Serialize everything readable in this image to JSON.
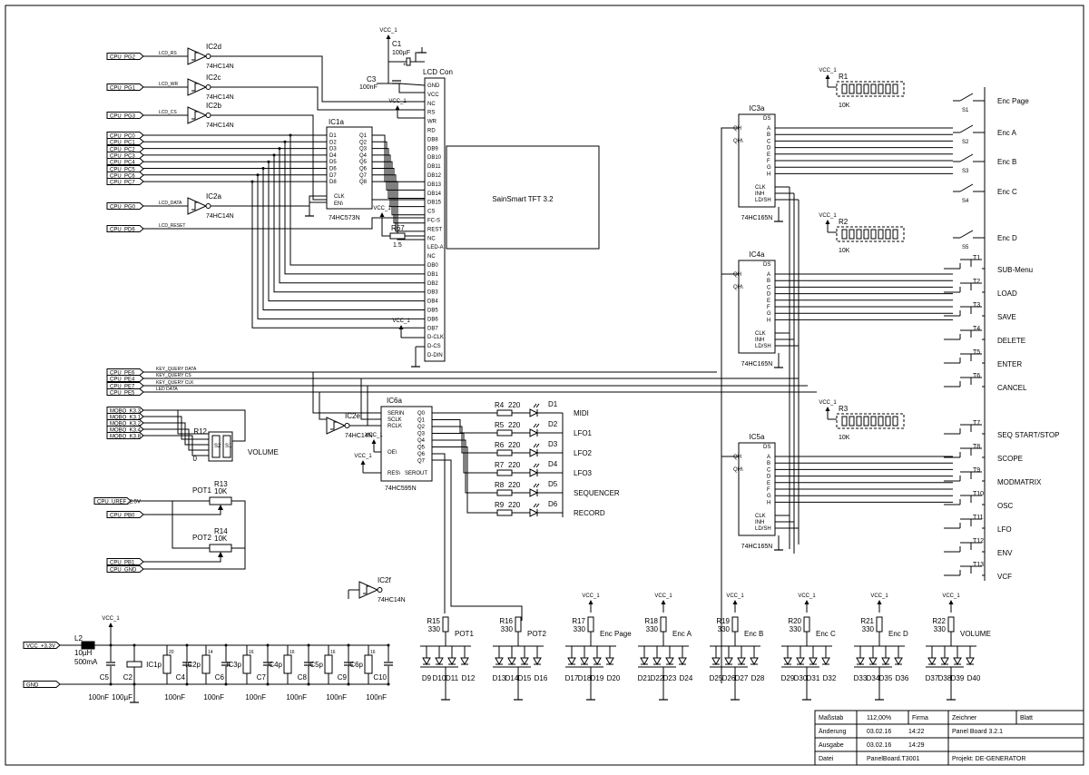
{
  "title_block": {
    "massstab_label": "Maßstab",
    "massstab_value": "112,00%",
    "firma_label": "Firma",
    "zeichner_label": "Zeichner",
    "blatt_label": "Blatt",
    "aenderung_label": "Änderung",
    "aenderung_date": "03.02.16",
    "aenderung_time": "14:22",
    "ausgabe_label": "Ausgabe",
    "ausgabe_date": "03.02.16",
    "ausgabe_time": "14:29",
    "datei_label": "Datei",
    "datei_value": "PanelBoard.T3001",
    "board_name": "Panel Board 3.2.1",
    "projekt": "Projekt: DE-GENERATOR"
  },
  "ports_left": [
    "CPU_PG2",
    "CPU_PG1",
    "CPU_PG3",
    "CPU_PC0",
    "CPU_PC1",
    "CPU_PC2",
    "CPU_PC3",
    "CPU_PC4",
    "CPU_PC5",
    "CPU_PC6",
    "CPU_PC7",
    "CPU_PG0",
    "CPU_PD6",
    "CPU_PE6",
    "CPU_PE4",
    "CPU_PE7",
    "CPU_PE5",
    "MOBO_K3.3",
    "MOBO_K3.1",
    "MOBO_K3.2",
    "MOBO_K3.4",
    "MOBO_K3.8",
    "CPU_UREF_2.5V",
    "CPU_PB0",
    "CPU_PB1",
    "CPU_GND",
    "VCC_+3.3V",
    "GND"
  ],
  "net_labels": [
    "LCD_RS",
    "LCD_WR",
    "LCD_CS",
    "LCD_DATA",
    "LCD_RESET",
    "KEY_QUERY DATA",
    "KEY_QUERY CS",
    "KEY_QUERY CLK",
    "LED DATA"
  ],
  "inverters": [
    {
      "name": "IC2d",
      "part": "74HC14N"
    },
    {
      "name": "IC2c",
      "part": "74HC14N"
    },
    {
      "name": "IC2b",
      "part": "74HC14N"
    },
    {
      "name": "IC2a",
      "part": "74HC14N"
    },
    {
      "name": "IC2e",
      "part": "74HC14N"
    },
    {
      "name": "IC2f",
      "part": "74HC14N"
    }
  ],
  "ic1a": {
    "name": "IC1a",
    "part": "74HC573N",
    "left_pins": [
      "D1",
      "D2",
      "D3",
      "D4",
      "D5",
      "D6",
      "D7",
      "D8"
    ],
    "right_pins": [
      "Q1",
      "Q2",
      "Q3",
      "Q4",
      "Q5",
      "Q6",
      "Q7",
      "Q8"
    ],
    "clk": "CLK",
    "en": "EN\\"
  },
  "lcd": {
    "name": "LCD Con",
    "pins": [
      "GND",
      "VCC",
      "NC",
      "RS",
      "WR",
      "RD",
      "DB8",
      "DB9",
      "DB10",
      "DB11",
      "DB12",
      "DB13",
      "DB14",
      "DB15",
      "CS",
      "FC-S",
      "REST",
      "NC",
      "LED-A",
      "NC",
      "DB0",
      "DB1",
      "DB2",
      "DB3",
      "DB4",
      "DB5",
      "DB6",
      "DB7",
      "D-CLK",
      "D-CS",
      "D-DIN"
    ],
    "module": "SainSmart TFT 3.2"
  },
  "caps_top": {
    "c1": "C1",
    "c1_val": "100µF",
    "c3": "C3",
    "c3_val": "100nF",
    "plus": "+"
  },
  "vcc_label": "VCC_1",
  "r67": {
    "name": "R67",
    "value": "1.5"
  },
  "shift_in": [
    {
      "name": "IC3a",
      "part": "74HC165N"
    },
    {
      "name": "IC4a",
      "part": "74HC165N"
    },
    {
      "name": "IC5a",
      "part": "74HC165N"
    }
  ],
  "shift_in_pins": {
    "ds": "DS",
    "inputs": [
      "A",
      "B",
      "C",
      "D",
      "E",
      "F",
      "G",
      "H"
    ],
    "qh": "QH",
    "qhn": "QH\\",
    "clk": "CLK",
    "inh": "INH",
    "ld": "LD/SH"
  },
  "resnets": [
    {
      "name": "R1",
      "value": "10K"
    },
    {
      "name": "R2",
      "value": "10K"
    },
    {
      "name": "R3",
      "value": "10K"
    }
  ],
  "switches_enc": [
    {
      "ref": "S1",
      "label": "Enc Page"
    },
    {
      "ref": "S2",
      "label": "Enc A"
    },
    {
      "ref": "S3",
      "label": "Enc B"
    },
    {
      "ref": "S4",
      "label": "Enc C"
    },
    {
      "ref": "S5",
      "label": "Enc D"
    }
  ],
  "buttons_mid": [
    {
      "ref": "T1",
      "label": "SUB-Menu"
    },
    {
      "ref": "T2",
      "label": "LOAD"
    },
    {
      "ref": "T3",
      "label": "SAVE"
    },
    {
      "ref": "T4",
      "label": "DELETE"
    },
    {
      "ref": "T5",
      "label": "ENTER"
    },
    {
      "ref": "T6",
      "label": "CANCEL"
    }
  ],
  "buttons_bot": [
    {
      "ref": "T7",
      "label": "SEQ START/STOP"
    },
    {
      "ref": "T8",
      "label": "SCOPE"
    },
    {
      "ref": "T9",
      "label": "MODMATRIX"
    },
    {
      "ref": "T10",
      "label": "OSC"
    },
    {
      "ref": "T11",
      "label": "LFO"
    },
    {
      "ref": "T12",
      "label": "ENV"
    },
    {
      "ref": "T13",
      "label": "VCF"
    }
  ],
  "ic6a": {
    "name": "IC6a",
    "part": "74HC595N",
    "left_pins": [
      "SERIN",
      "SCLK",
      "RCLK",
      "OE\\",
      "RES\\"
    ],
    "right_pins": [
      "Q0",
      "Q1",
      "Q2",
      "Q3",
      "Q4",
      "Q5",
      "Q6",
      "Q7",
      "SEROUT"
    ]
  },
  "leds": [
    {
      "r": "R4",
      "rv": "220",
      "d": "D1",
      "label": "MIDI"
    },
    {
      "r": "R5",
      "rv": "220",
      "d": "D2",
      "label": "LFO1"
    },
    {
      "r": "R6",
      "rv": "220",
      "d": "D3",
      "label": "LFO2"
    },
    {
      "r": "R7",
      "rv": "220",
      "d": "D4",
      "label": "LFO3"
    },
    {
      "r": "R8",
      "rv": "220",
      "d": "D5",
      "label": "SEQUENCER"
    },
    {
      "r": "R9",
      "rv": "220",
      "d": "D6",
      "label": "RECORD"
    }
  ],
  "r12": {
    "name": "R12",
    "value": "0",
    "s2": "S2",
    "s1": "S1",
    "volume": "VOLUME"
  },
  "pots": [
    {
      "name": "POT1",
      "r": "R13",
      "v": "10K"
    },
    {
      "name": "POT2",
      "r": "R14",
      "v": "10K"
    }
  ],
  "power": {
    "l2": "L2",
    "l2_val": "10µH",
    "l2_cur": "500mA",
    "caps": [
      {
        "n": "C5",
        "v": "100nF"
      },
      {
        "n": "C2",
        "v": "100µF"
      },
      {
        "n": "C4",
        "v": "100nF"
      },
      {
        "n": "C6",
        "v": "100nF"
      },
      {
        "n": "C7",
        "v": "100nF"
      },
      {
        "n": "C8",
        "v": "100nF"
      },
      {
        "n": "C9",
        "v": "100nF"
      },
      {
        "n": "C10",
        "v": "100nF"
      }
    ],
    "ic_labels": [
      "IC1p",
      "IC2p",
      "IC3p",
      "IC4p",
      "IC5p",
      "IC6p"
    ],
    "pin_nums": [
      "20",
      "14",
      "16",
      "16",
      "16",
      "16"
    ]
  },
  "led_groups": [
    {
      "r": "R15",
      "rv": "330",
      "name": "POT1",
      "vcc": false,
      "d": [
        "D9",
        "D10",
        "D11",
        "D12"
      ]
    },
    {
      "r": "R16",
      "rv": "330",
      "name": "POT2",
      "vcc": false,
      "d": [
        "D13",
        "D14",
        "D15",
        "D16"
      ]
    },
    {
      "r": "R17",
      "rv": "330",
      "name": "Enc Page",
      "vcc": true,
      "d": [
        "D17",
        "D18",
        "D19",
        "D20"
      ]
    },
    {
      "r": "R18",
      "rv": "330",
      "name": "Enc A",
      "vcc": true,
      "d": [
        "D21",
        "D22",
        "D23",
        "D24"
      ]
    },
    {
      "r": "R19",
      "rv": "330",
      "name": "Enc B",
      "vcc": true,
      "d": [
        "D25",
        "D26",
        "D27",
        "D28"
      ]
    },
    {
      "r": "R20",
      "rv": "330",
      "name": "Enc C",
      "vcc": true,
      "d": [
        "D29",
        "D30",
        "D31",
        "D32"
      ]
    },
    {
      "r": "R21",
      "rv": "330",
      "name": "Enc D",
      "vcc": true,
      "d": [
        "D33",
        "D34",
        "D35",
        "D36"
      ]
    },
    {
      "r": "R22",
      "rv": "330",
      "name": "VOLUME",
      "vcc": true,
      "d": [
        "D37",
        "D38",
        "D39",
        "D40"
      ]
    }
  ]
}
